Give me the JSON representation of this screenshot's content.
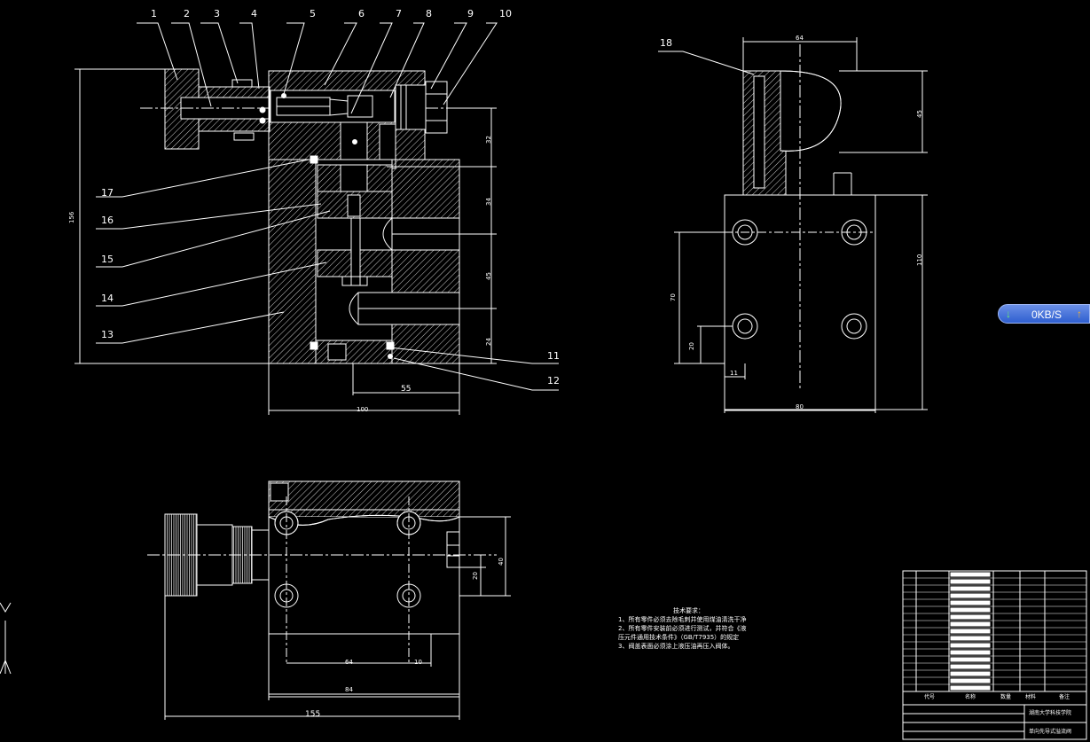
{
  "drawing": {
    "part_numbers_top": [
      "1",
      "2",
      "3",
      "4",
      "5",
      "6",
      "7",
      "8",
      "9",
      "10"
    ],
    "part_numbers_left": [
      "17",
      "16",
      "15",
      "14",
      "13"
    ],
    "part_numbers_right": [
      "11",
      "12"
    ],
    "side_view_part": "18",
    "front_dims": {
      "d32": "32",
      "d34": "34",
      "d45": "45",
      "d24": "24",
      "d55": "55",
      "d100": "100",
      "d156": "156"
    },
    "side_dims": {
      "d64": "64",
      "d45": "45",
      "d110": "110",
      "d70": "70",
      "d20": "20",
      "d11": "11",
      "d80": "80"
    },
    "top_dims": {
      "d40": "40",
      "d20": "20",
      "d64a": "64",
      "d10": "10",
      "d84": "84",
      "d155": "155"
    }
  },
  "notes": {
    "title": "技术要求：",
    "lines": [
      "1、所有零件必须去除毛刺并使用煤油清洗干净",
      "2、所有零件安装前必须进行测试，并符合《液",
      "   压元件通用技术条件》（GB/T7935）的规定",
      "3、阀盖表面必须涂上液压油再压入阀体。"
    ]
  },
  "title_block": {
    "header_cols": [
      "代号",
      "名称",
      "数量",
      "材料",
      "备注"
    ],
    "school": "湖南大学科技学院",
    "drawing_name": "单向先导式溢流阀"
  },
  "speed_widget": {
    "label": "0KB/S"
  },
  "colors": {
    "background": "#000000",
    "lines": "#ffffff",
    "widget": "#3b6ad8"
  }
}
